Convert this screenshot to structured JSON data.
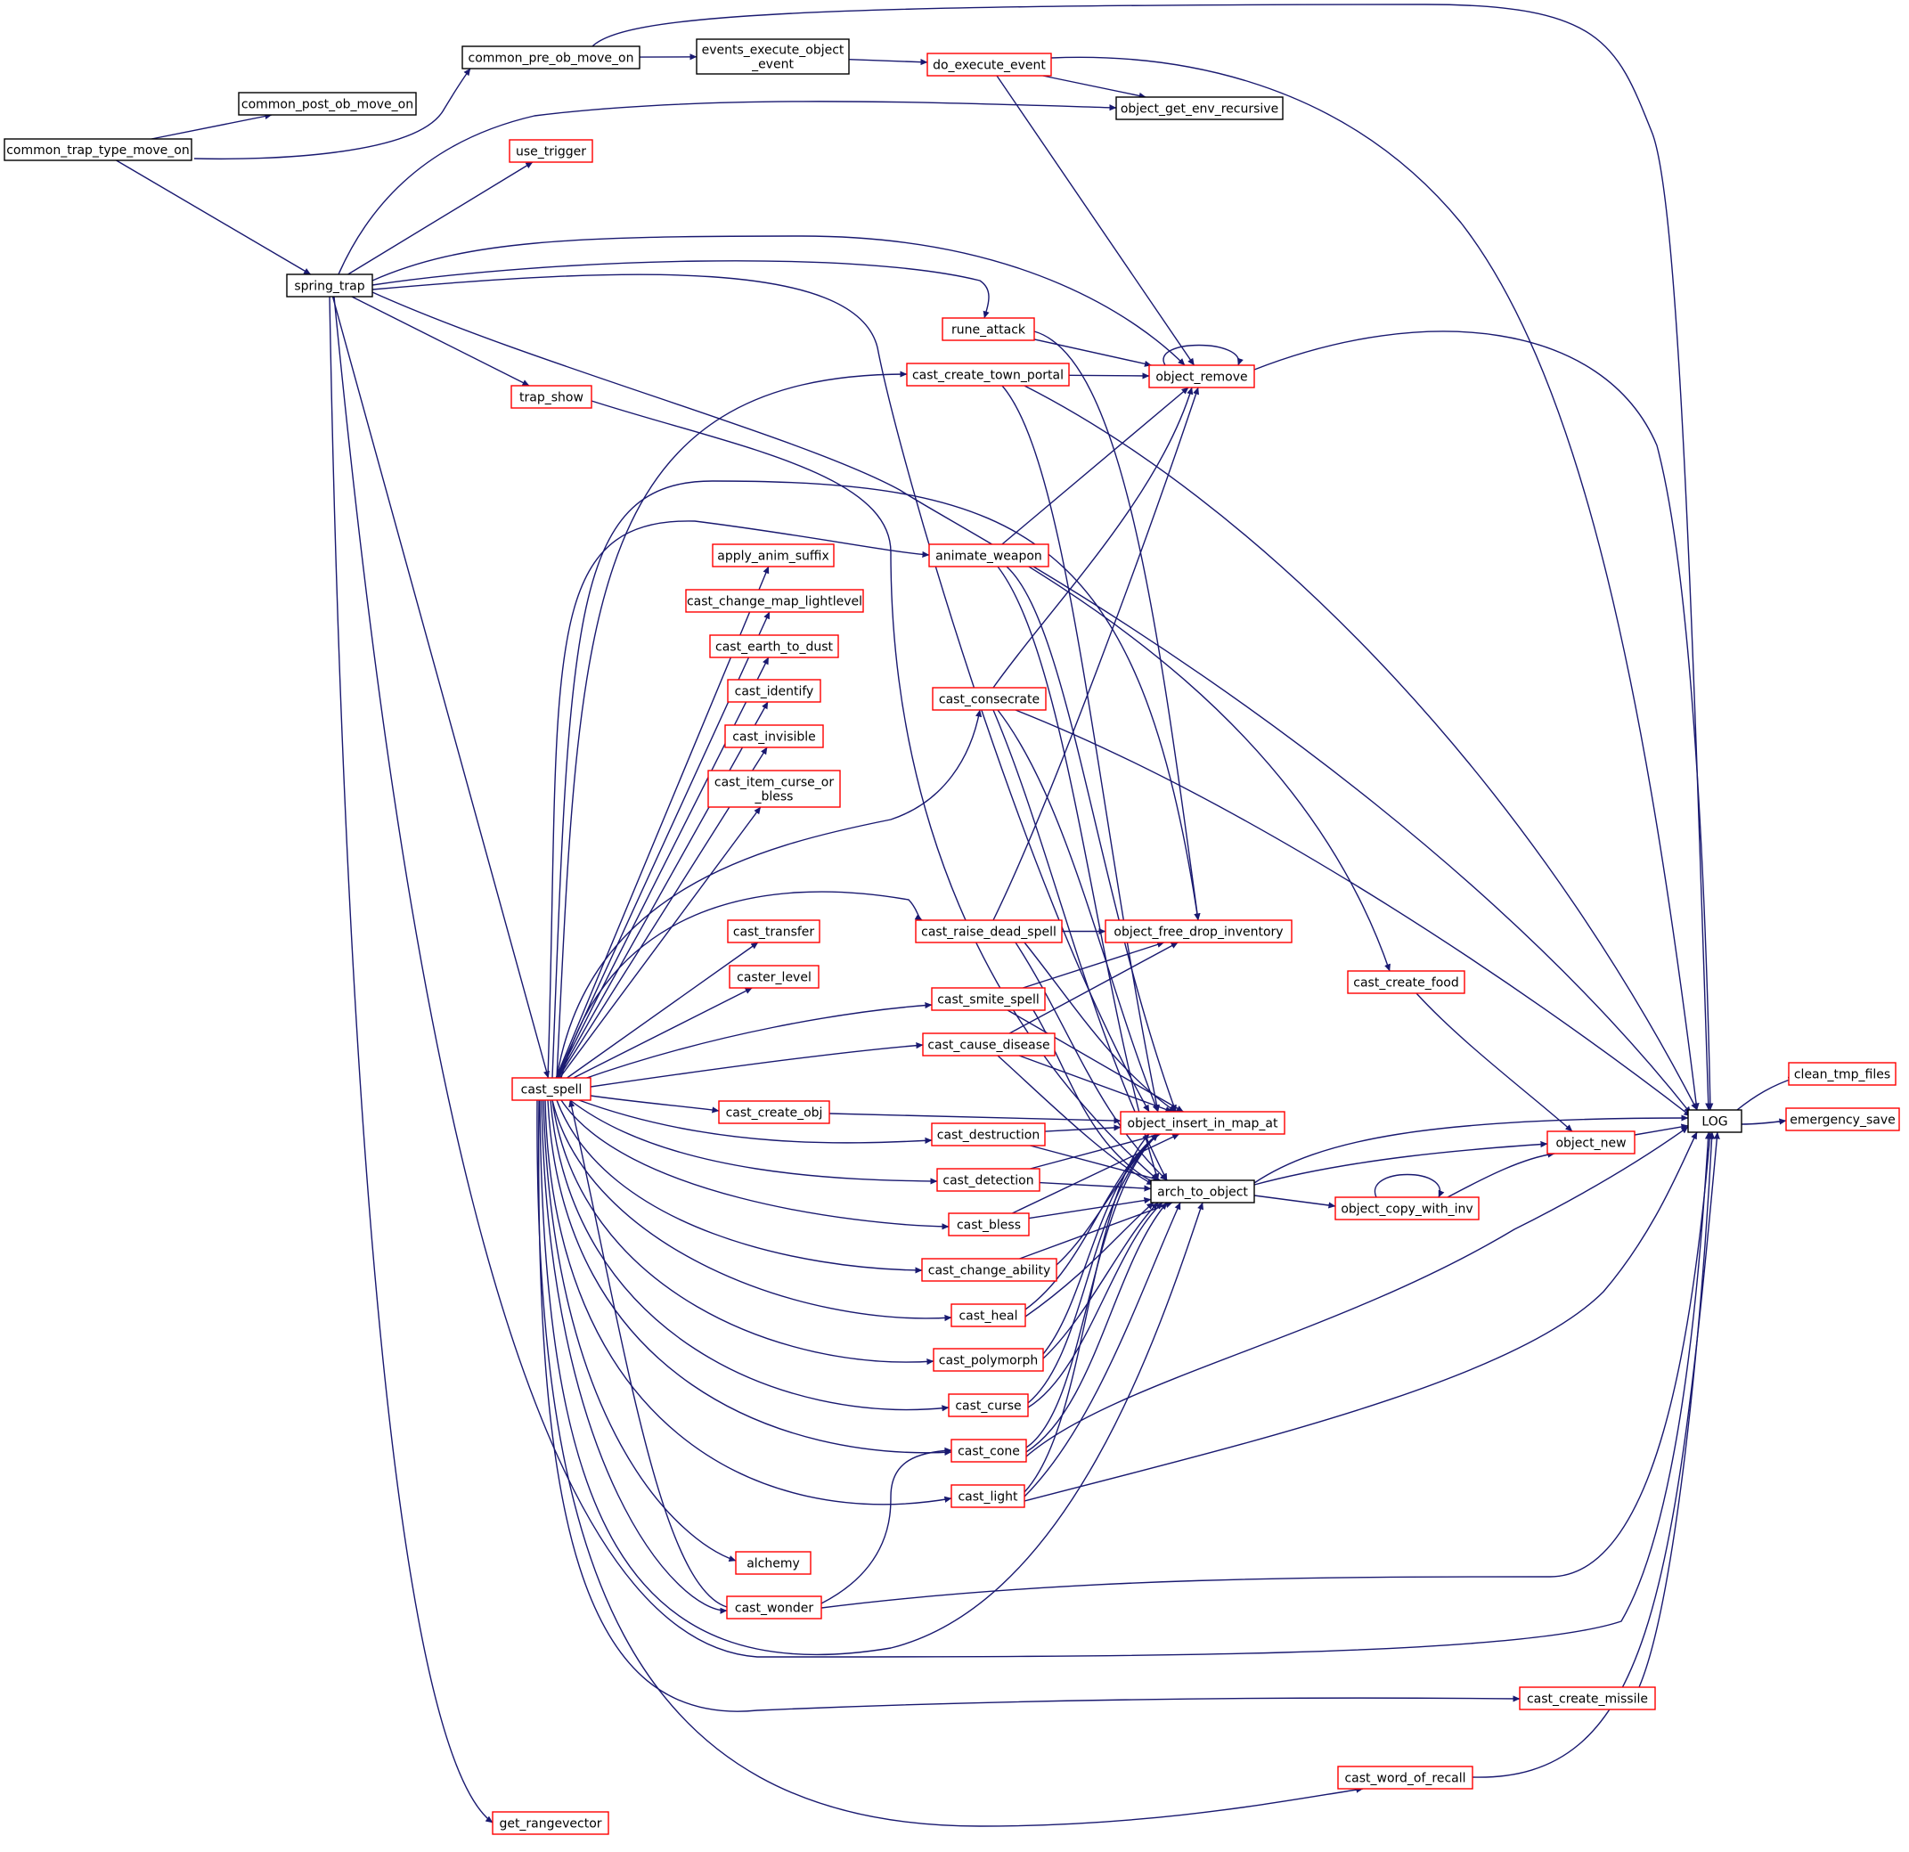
{
  "diagram": {
    "title": "",
    "colors": {
      "edge": "#191970",
      "root_fill": "#bfbfbf",
      "border_normal": "#000000",
      "border_truncated": "#ff0000"
    },
    "nodes": [
      {
        "id": "common_trap_type_move_on",
        "label": "common_trap_type_move_on",
        "style": "root"
      },
      {
        "id": "common_post_ob_move_on",
        "label": "common_post_ob_move_on",
        "style": "normal"
      },
      {
        "id": "common_pre_ob_move_on",
        "label": "common_pre_ob_move_on",
        "style": "normal"
      },
      {
        "id": "events_execute_object_event",
        "label": [
          "events_execute_object",
          "_event"
        ],
        "style": "normal"
      },
      {
        "id": "do_execute_event",
        "label": "do_execute_event",
        "style": "truncated"
      },
      {
        "id": "object_get_env_recursive",
        "label": "object_get_env_recursive",
        "style": "normal"
      },
      {
        "id": "use_trigger",
        "label": "use_trigger",
        "style": "truncated"
      },
      {
        "id": "spring_trap",
        "label": "spring_trap",
        "style": "normal"
      },
      {
        "id": "rune_attack",
        "label": "rune_attack",
        "style": "truncated"
      },
      {
        "id": "trap_show",
        "label": "trap_show",
        "style": "truncated"
      },
      {
        "id": "cast_create_town_portal",
        "label": "cast_create_town_portal",
        "style": "truncated"
      },
      {
        "id": "object_remove",
        "label": "object_remove",
        "style": "truncated"
      },
      {
        "id": "animate_weapon",
        "label": "animate_weapon",
        "style": "truncated"
      },
      {
        "id": "apply_anim_suffix",
        "label": "apply_anim_suffix",
        "style": "truncated"
      },
      {
        "id": "cast_change_map_lightlevel",
        "label": "cast_change_map_lightlevel",
        "style": "truncated"
      },
      {
        "id": "cast_earth_to_dust",
        "label": "cast_earth_to_dust",
        "style": "truncated"
      },
      {
        "id": "cast_identify",
        "label": "cast_identify",
        "style": "truncated"
      },
      {
        "id": "cast_invisible",
        "label": "cast_invisible",
        "style": "truncated"
      },
      {
        "id": "cast_item_curse_or_bless",
        "label": [
          "cast_item_curse_or",
          "_bless"
        ],
        "style": "truncated"
      },
      {
        "id": "cast_consecrate",
        "label": "cast_consecrate",
        "style": "truncated"
      },
      {
        "id": "cast_raise_dead_spell",
        "label": "cast_raise_dead_spell",
        "style": "truncated"
      },
      {
        "id": "object_free_drop_inventory",
        "label": "object_free_drop_inventory",
        "style": "truncated"
      },
      {
        "id": "cast_transfer",
        "label": "cast_transfer",
        "style": "truncated"
      },
      {
        "id": "caster_level",
        "label": "caster_level",
        "style": "truncated"
      },
      {
        "id": "cast_smite_spell",
        "label": "cast_smite_spell",
        "style": "truncated"
      },
      {
        "id": "cast_create_food",
        "label": "cast_create_food",
        "style": "truncated"
      },
      {
        "id": "cast_cause_disease",
        "label": "cast_cause_disease",
        "style": "truncated"
      },
      {
        "id": "cast_spell",
        "label": "cast_spell",
        "style": "truncated"
      },
      {
        "id": "cast_create_obj",
        "label": "cast_create_obj",
        "style": "truncated"
      },
      {
        "id": "object_insert_in_map_at",
        "label": "object_insert_in_map_at",
        "style": "truncated"
      },
      {
        "id": "cast_destruction",
        "label": "cast_destruction",
        "style": "truncated"
      },
      {
        "id": "cast_detection",
        "label": "cast_detection",
        "style": "truncated"
      },
      {
        "id": "arch_to_object",
        "label": "arch_to_object",
        "style": "normal"
      },
      {
        "id": "object_new",
        "label": "object_new",
        "style": "truncated"
      },
      {
        "id": "object_copy_with_inv",
        "label": "object_copy_with_inv",
        "style": "truncated"
      },
      {
        "id": "cast_bless",
        "label": "cast_bless",
        "style": "truncated"
      },
      {
        "id": "cast_change_ability",
        "label": "cast_change_ability",
        "style": "truncated"
      },
      {
        "id": "cast_heal",
        "label": "cast_heal",
        "style": "truncated"
      },
      {
        "id": "cast_polymorph",
        "label": "cast_polymorph",
        "style": "truncated"
      },
      {
        "id": "cast_curse",
        "label": "cast_curse",
        "style": "truncated"
      },
      {
        "id": "cast_cone",
        "label": "cast_cone",
        "style": "truncated"
      },
      {
        "id": "cast_light",
        "label": "cast_light",
        "style": "truncated"
      },
      {
        "id": "alchemy",
        "label": "alchemy",
        "style": "truncated"
      },
      {
        "id": "cast_wonder",
        "label": "cast_wonder",
        "style": "truncated"
      },
      {
        "id": "cast_create_missile",
        "label": "cast_create_missile",
        "style": "truncated"
      },
      {
        "id": "cast_word_of_recall",
        "label": "cast_word_of_recall",
        "style": "truncated"
      },
      {
        "id": "get_rangevector",
        "label": "get_rangevector",
        "style": "truncated"
      },
      {
        "id": "LOG",
        "label": "LOG",
        "style": "normal"
      },
      {
        "id": "clean_tmp_files",
        "label": "clean_tmp_files",
        "style": "truncated"
      },
      {
        "id": "emergency_save",
        "label": "emergency_save",
        "style": "truncated"
      }
    ],
    "edges": [
      [
        "common_trap_type_move_on",
        "common_post_ob_move_on"
      ],
      [
        "common_trap_type_move_on",
        "common_pre_ob_move_on"
      ],
      [
        "common_trap_type_move_on",
        "spring_trap"
      ],
      [
        "common_pre_ob_move_on",
        "events_execute_object_event"
      ],
      [
        "common_pre_ob_move_on",
        "LOG"
      ],
      [
        "events_execute_object_event",
        "do_execute_event"
      ],
      [
        "do_execute_event",
        "object_get_env_recursive"
      ],
      [
        "do_execute_event",
        "object_remove"
      ],
      [
        "do_execute_event",
        "LOG"
      ],
      [
        "spring_trap",
        "object_get_env_recursive"
      ],
      [
        "spring_trap",
        "use_trigger"
      ],
      [
        "spring_trap",
        "object_remove"
      ],
      [
        "spring_trap",
        "rune_attack"
      ],
      [
        "spring_trap",
        "trap_show"
      ],
      [
        "spring_trap",
        "object_insert_in_map_at"
      ],
      [
        "spring_trap",
        "cast_create_food"
      ],
      [
        "spring_trap",
        "cast_spell"
      ],
      [
        "spring_trap",
        "LOG"
      ],
      [
        "spring_trap",
        "get_rangevector"
      ],
      [
        "rune_attack",
        "object_remove"
      ],
      [
        "rune_attack",
        "object_free_drop_inventory"
      ],
      [
        "trap_show",
        "arch_to_object"
      ],
      [
        "object_remove",
        "object_remove"
      ],
      [
        "object_remove",
        "LOG"
      ],
      [
        "cast_create_town_portal",
        "object_remove"
      ],
      [
        "cast_create_town_portal",
        "object_insert_in_map_at"
      ],
      [
        "cast_create_town_portal",
        "LOG"
      ],
      [
        "animate_weapon",
        "object_remove"
      ],
      [
        "animate_weapon",
        "object_insert_in_map_at"
      ],
      [
        "animate_weapon",
        "arch_to_object"
      ],
      [
        "animate_weapon",
        "LOG"
      ],
      [
        "cast_consecrate",
        "object_remove"
      ],
      [
        "cast_consecrate",
        "object_insert_in_map_at"
      ],
      [
        "cast_consecrate",
        "arch_to_object"
      ],
      [
        "cast_consecrate",
        "LOG"
      ],
      [
        "cast_raise_dead_spell",
        "object_remove"
      ],
      [
        "cast_raise_dead_spell",
        "object_free_drop_inventory"
      ],
      [
        "cast_raise_dead_spell",
        "object_insert_in_map_at"
      ],
      [
        "cast_raise_dead_spell",
        "arch_to_object"
      ],
      [
        "cast_smite_spell",
        "object_free_drop_inventory"
      ],
      [
        "cast_smite_spell",
        "object_insert_in_map_at"
      ],
      [
        "cast_smite_spell",
        "arch_to_object"
      ],
      [
        "cast_cause_disease",
        "object_free_drop_inventory"
      ],
      [
        "cast_cause_disease",
        "object_insert_in_map_at"
      ],
      [
        "cast_cause_disease",
        "arch_to_object"
      ],
      [
        "cast_create_food",
        "object_new"
      ],
      [
        "cast_spell",
        "cast_create_town_portal"
      ],
      [
        "cast_spell",
        "object_free_drop_inventory"
      ],
      [
        "cast_spell",
        "animate_weapon"
      ],
      [
        "cast_spell",
        "apply_anim_suffix"
      ],
      [
        "cast_spell",
        "cast_change_map_lightlevel"
      ],
      [
        "cast_spell",
        "cast_earth_to_dust"
      ],
      [
        "cast_spell",
        "cast_identify"
      ],
      [
        "cast_spell",
        "cast_invisible"
      ],
      [
        "cast_spell",
        "cast_item_curse_or_bless"
      ],
      [
        "cast_spell",
        "cast_consecrate"
      ],
      [
        "cast_spell",
        "cast_raise_dead_spell"
      ],
      [
        "cast_spell",
        "cast_transfer"
      ],
      [
        "cast_spell",
        "caster_level"
      ],
      [
        "cast_spell",
        "cast_smite_spell"
      ],
      [
        "cast_spell",
        "cast_cause_disease"
      ],
      [
        "cast_spell",
        "cast_create_obj"
      ],
      [
        "cast_spell",
        "cast_destruction"
      ],
      [
        "cast_spell",
        "cast_detection"
      ],
      [
        "cast_spell",
        "cast_bless"
      ],
      [
        "cast_spell",
        "cast_change_ability"
      ],
      [
        "cast_spell",
        "cast_heal"
      ],
      [
        "cast_spell",
        "cast_polymorph"
      ],
      [
        "cast_spell",
        "cast_curse"
      ],
      [
        "cast_spell",
        "cast_cone"
      ],
      [
        "cast_spell",
        "cast_light"
      ],
      [
        "cast_spell",
        "alchemy"
      ],
      [
        "cast_spell",
        "cast_wonder"
      ],
      [
        "cast_spell",
        "cast_create_missile"
      ],
      [
        "cast_spell",
        "cast_word_of_recall"
      ],
      [
        "cast_spell",
        "arch_to_object"
      ],
      [
        "cast_create_obj",
        "object_insert_in_map_at"
      ],
      [
        "cast_destruction",
        "object_insert_in_map_at"
      ],
      [
        "cast_destruction",
        "arch_to_object"
      ],
      [
        "cast_detection",
        "object_insert_in_map_at"
      ],
      [
        "cast_detection",
        "arch_to_object"
      ],
      [
        "cast_bless",
        "object_insert_in_map_at"
      ],
      [
        "cast_bless",
        "arch_to_object"
      ],
      [
        "cast_change_ability",
        "object_insert_in_map_at"
      ],
      [
        "cast_change_ability",
        "arch_to_object"
      ],
      [
        "cast_heal",
        "object_insert_in_map_at"
      ],
      [
        "cast_heal",
        "arch_to_object"
      ],
      [
        "cast_polymorph",
        "object_insert_in_map_at"
      ],
      [
        "cast_polymorph",
        "arch_to_object"
      ],
      [
        "cast_curse",
        "object_insert_in_map_at"
      ],
      [
        "cast_curse",
        "arch_to_object"
      ],
      [
        "cast_cone",
        "object_insert_in_map_at"
      ],
      [
        "cast_cone",
        "arch_to_object"
      ],
      [
        "cast_cone",
        "LOG"
      ],
      [
        "cast_light",
        "object_insert_in_map_at"
      ],
      [
        "cast_light",
        "arch_to_object"
      ],
      [
        "cast_light",
        "LOG"
      ],
      [
        "cast_wonder",
        "cast_cone"
      ],
      [
        "cast_wonder",
        "cast_spell"
      ],
      [
        "cast_wonder",
        "LOG"
      ],
      [
        "arch_to_object",
        "object_new"
      ],
      [
        "arch_to_object",
        "object_copy_with_inv"
      ],
      [
        "arch_to_object",
        "LOG"
      ],
      [
        "object_copy_with_inv",
        "object_copy_with_inv"
      ],
      [
        "object_copy_with_inv",
        "object_new"
      ],
      [
        "object_new",
        "LOG"
      ],
      [
        "cast_create_missile",
        "LOG"
      ],
      [
        "cast_word_of_recall",
        "LOG"
      ],
      [
        "LOG",
        "clean_tmp_files"
      ],
      [
        "LOG",
        "emergency_save"
      ]
    ]
  }
}
